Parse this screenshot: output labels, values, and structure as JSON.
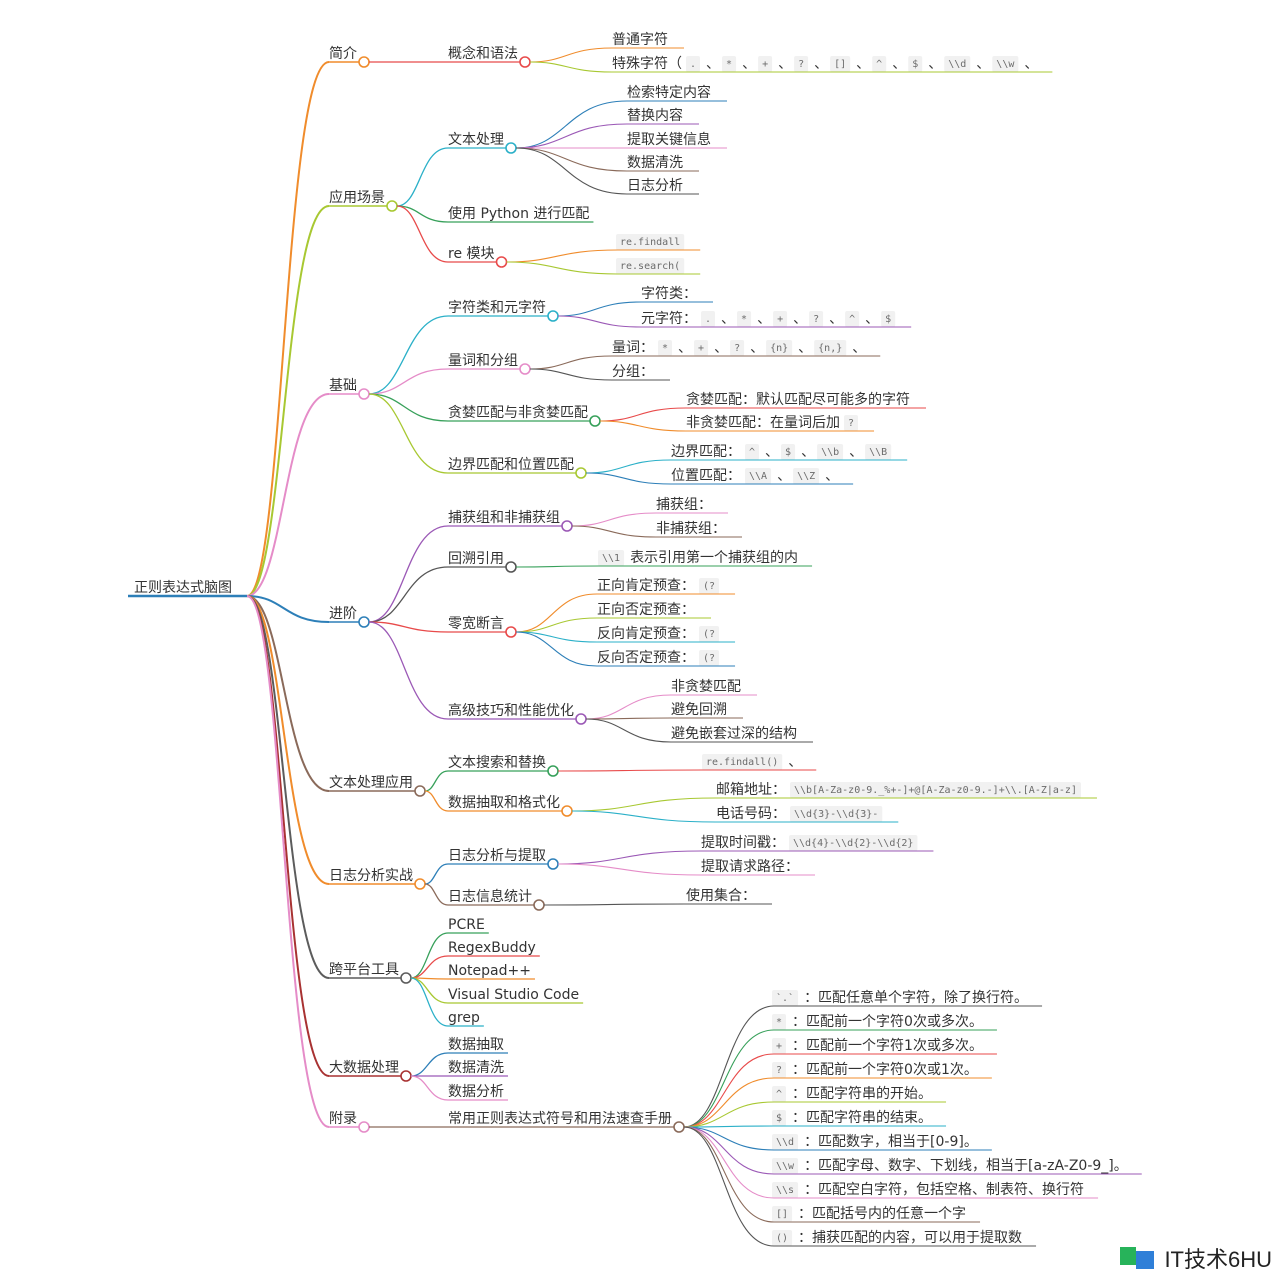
{
  "root": {
    "label": "正则表达式脑图"
  },
  "branches": [
    {
      "label": "简介",
      "color": "#f08c2c",
      "children": [
        {
          "label": "概念和语法",
          "children": [
            {
              "label": "普通字符",
              "parts": []
            },
            {
              "label": "特殊字符（",
              "parts": [
                ".",
                "、",
                "*",
                "、",
                "+",
                "、",
                "?",
                "、",
                "[]",
                "、",
                "^",
                "、",
                "$",
                "、",
                "\\\\d",
                "、",
                "\\\\w",
                "、"
              ]
            }
          ]
        }
      ]
    },
    {
      "label": "应用场景",
      "color": "#a8c832",
      "children": [
        {
          "label": "文本处理",
          "children": [
            {
              "label": "检索特定内容",
              "parts": []
            },
            {
              "label": "替换内容",
              "parts": []
            },
            {
              "label": "提取关键信息",
              "parts": []
            },
            {
              "label": "数据清洗",
              "parts": []
            },
            {
              "label": "日志分析",
              "parts": []
            }
          ]
        },
        {
          "label": "使用 Python 进行匹配",
          "children": []
        },
        {
          "label": "re 模块",
          "children": [
            {
              "label": "",
              "parts": [
                "re.findall"
              ]
            },
            {
              "label": "",
              "parts": [
                "re.search("
              ]
            }
          ]
        }
      ]
    },
    {
      "label": "基础",
      "color": "#e58cc8",
      "children": [
        {
          "label": "字符类和元字符",
          "children": [
            {
              "label": "字符类：",
              "parts": []
            },
            {
              "label": "元字符：",
              "parts": [
                ".",
                "、",
                "*",
                "、",
                "+",
                "、",
                "?",
                "、",
                "^",
                "、",
                "$"
              ]
            }
          ]
        },
        {
          "label": "量词和分组",
          "children": [
            {
              "label": "量词：",
              "parts": [
                "*",
                "、",
                "+",
                "、",
                "?",
                "、",
                "{n}",
                "、",
                "{n,}",
                "、"
              ]
            },
            {
              "label": "分组：",
              "parts": []
            }
          ]
        },
        {
          "label": "贪婪匹配与非贪婪匹配",
          "children": [
            {
              "label": "贪婪匹配：默认匹配尽可能多的字符",
              "parts": []
            },
            {
              "label": "非贪婪匹配：在量词后加",
              "parts": [
                "?"
              ]
            }
          ]
        },
        {
          "label": "边界匹配和位置匹配",
          "children": [
            {
              "label": "边界匹配：",
              "parts": [
                "^",
                "、",
                "$",
                "、",
                "\\\\b",
                "、",
                "\\\\B"
              ]
            },
            {
              "label": "位置匹配：",
              "parts": [
                "\\\\A",
                "、",
                "\\\\Z",
                "、"
              ]
            }
          ]
        }
      ]
    },
    {
      "label": "进阶",
      "color": "#2d7fb8",
      "children": [
        {
          "label": "捕获组和非捕获组",
          "children": [
            {
              "label": "捕获组：",
              "parts": []
            },
            {
              "label": "非捕获组：",
              "parts": []
            }
          ]
        },
        {
          "label": "回溯引用",
          "children": [
            {
              "label": "",
              "parts": [
                "\\\\1",
                "表示引用第一个捕获组的内"
              ]
            }
          ]
        },
        {
          "label": "零宽断言",
          "children": [
            {
              "label": "正向肯定预查：",
              "parts": [
                "(?"
              ]
            },
            {
              "label": "正向否定预查：",
              "parts": []
            },
            {
              "label": "反向肯定预查：",
              "parts": [
                "(?"
              ]
            },
            {
              "label": "反向否定预查：",
              "parts": [
                "(?"
              ]
            }
          ]
        },
        {
          "label": "高级技巧和性能优化",
          "children": [
            {
              "label": "非贪婪匹配",
              "parts": []
            },
            {
              "label": "避免回溯",
              "parts": []
            },
            {
              "label": "避免嵌套过深的结构",
              "parts": []
            }
          ]
        }
      ]
    },
    {
      "label": "文本处理应用",
      "color": "#8a6a5a",
      "children": [
        {
          "label": "文本搜索和替换",
          "children": [
            {
              "label": "",
              "parts": [
                "re.findall()",
                "、"
              ]
            }
          ]
        },
        {
          "label": "数据抽取和格式化",
          "children": [
            {
              "label": "邮箱地址：",
              "parts": [
                "\\\\b[A-Za-z0-9._%+-]+@[A-Za-z0-9.-]+\\\\.[A-Z|a-z]"
              ]
            },
            {
              "label": "电话号码：",
              "parts": [
                "\\\\d{3}-\\\\d{3}-"
              ]
            }
          ]
        }
      ]
    },
    {
      "label": "日志分析实战",
      "color": "#f08c2c",
      "children": [
        {
          "label": "日志分析与提取",
          "children": [
            {
              "label": "提取时间戳：",
              "parts": [
                "\\\\d{4}-\\\\d{2}-\\\\d{2}"
              ]
            },
            {
              "label": "提取请求路径：",
              "parts": []
            }
          ]
        },
        {
          "label": "日志信息统计",
          "children": [
            {
              "label": "使用集合：",
              "parts": []
            }
          ]
        }
      ]
    },
    {
      "label": "跨平台工具",
      "color": "#5c5c5c",
      "children": [
        {
          "label": "PCRE",
          "children": []
        },
        {
          "label": "RegexBuddy",
          "children": []
        },
        {
          "label": "Notepad++",
          "children": []
        },
        {
          "label": "Visual Studio Code",
          "children": []
        },
        {
          "label": "grep",
          "children": []
        }
      ]
    },
    {
      "label": "大数据处理",
      "color": "#a83232",
      "children": [
        {
          "label": "数据抽取",
          "children": []
        },
        {
          "label": "数据清洗",
          "children": []
        },
        {
          "label": "数据分析",
          "children": []
        }
      ]
    },
    {
      "label": "附录",
      "color": "#e58cc8",
      "children": [
        {
          "label": "常用正则表达式符号和用法速查手册",
          "children": [
            {
              "label": "",
              "parts": [
                "`.`",
                "：匹配任意单个字符，除了换行符。"
              ]
            },
            {
              "label": "",
              "parts": [
                "*",
                "：匹配前一个字符0次或多次。"
              ]
            },
            {
              "label": "",
              "parts": [
                "+",
                "：匹配前一个字符1次或多次。"
              ]
            },
            {
              "label": "",
              "parts": [
                "?",
                "：匹配前一个字符0次或1次。"
              ]
            },
            {
              "label": "",
              "parts": [
                "^",
                "：匹配字符串的开始。"
              ]
            },
            {
              "label": "",
              "parts": [
                "$",
                "：匹配字符串的结束。"
              ]
            },
            {
              "label": "",
              "parts": [
                "\\\\d",
                "：匹配数字，相当于[0-9]。"
              ]
            },
            {
              "label": "",
              "parts": [
                "\\\\w",
                "：匹配字母、数字、下划线，相当于[a-zA-Z0-9_]。"
              ]
            },
            {
              "label": "",
              "parts": [
                "\\\\s",
                "：匹配空白字符，包括空格、制表符、换行符"
              ]
            },
            {
              "label": "",
              "parts": [
                "[]",
                "：匹配括号内的任意一个字"
              ]
            },
            {
              "label": "",
              "parts": [
                "()",
                "：捕获匹配的内容，可以用于提取数"
              ]
            }
          ]
        }
      ]
    }
  ],
  "watermark": {
    "text": "IT技术6HU"
  }
}
